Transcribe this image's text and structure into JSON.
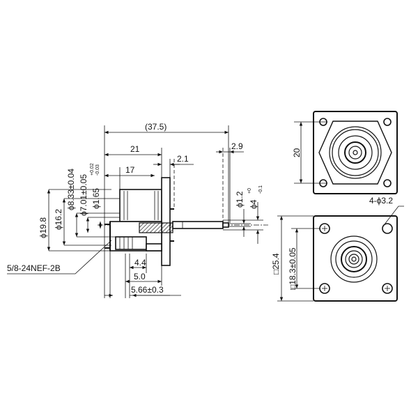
{
  "side_view": {
    "overall_length": "(37.5)",
    "length_21": "21",
    "length_17": "17",
    "length_2_1": "2.1",
    "length_2_9": "2.9",
    "length_4_4": "4.4",
    "length_5_0": "5.0",
    "length_5_66": "5.66±0.3",
    "dia_19_8": "ϕ19.8",
    "dia_16_2": "ϕ16.2",
    "dia_8_33": "ϕ8.33±0.04",
    "dia_7_01": "ϕ7.01±0.05",
    "dia_1_65": "ϕ1.65",
    "dia_1_65_tol_upper": "+0.02",
    "dia_1_65_tol_lower": "-0.03",
    "dia_1_2": "ϕ1.2",
    "dia_4": "ϕ4",
    "dia_4_tol_upper": "+0",
    "dia_4_tol_lower": "-0.1",
    "thread_spec": "5/8-24NEF-2B"
  },
  "front_view_top": {
    "height_20": "20"
  },
  "front_view_bottom": {
    "holes": "4-ϕ3.2",
    "square_25_4": "□25.4",
    "square_18_3": "□18.3±0.05"
  }
}
